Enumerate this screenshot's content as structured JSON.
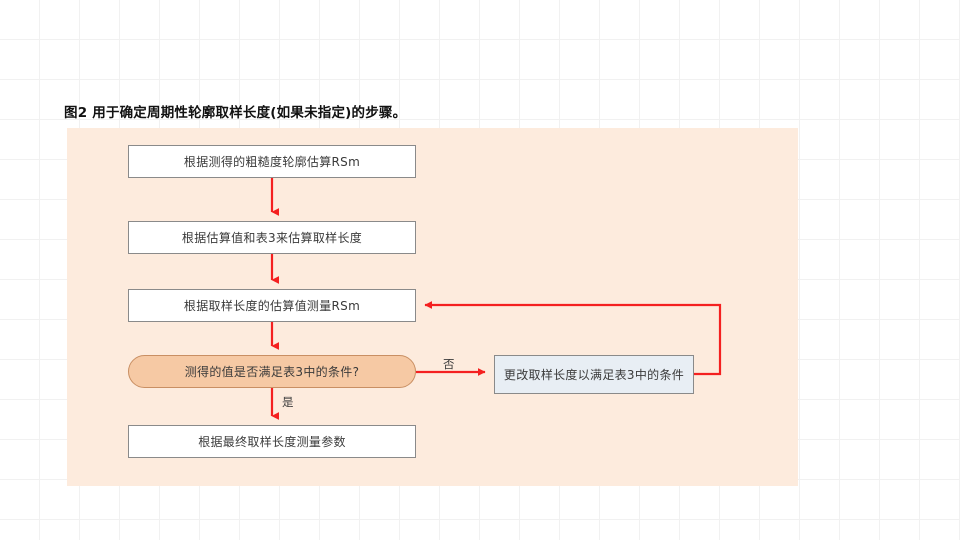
{
  "figure": {
    "title": "图2 用于确定周期性轮廓取样长度(如果未指定)的步骤。",
    "panel_background": "#fdebdd",
    "connector_color": "#f42020"
  },
  "flowchart": {
    "nodes": [
      {
        "id": "estimate-rsm",
        "label": "根据测得的粗糙度轮廓估算RSm",
        "shape": "process",
        "fill": "#ffffff",
        "border": "#8a8a8a"
      },
      {
        "id": "estimate-length",
        "label": "根据估算值和表3来估算取样长度",
        "shape": "process",
        "fill": "#ffffff",
        "border": "#8a8a8a"
      },
      {
        "id": "measure-rsm",
        "label": "根据取样长度的估算值测量RSm",
        "shape": "process",
        "fill": "#ffffff",
        "border": "#8a8a8a"
      },
      {
        "id": "decision-condition",
        "label": "测得的值是否满足表3中的条件?",
        "shape": "decision",
        "fill": "#f6c9a4",
        "border": "#c98f63"
      },
      {
        "id": "change-length",
        "label": "更改取样长度以满足表3中的条件",
        "shape": "action",
        "fill": "#e8eef4",
        "border": "#8a8a8a"
      },
      {
        "id": "final-measure",
        "label": "根据最终取样长度测量参数",
        "shape": "process",
        "fill": "#ffffff",
        "border": "#8a8a8a"
      }
    ],
    "edge_labels": {
      "no": "否",
      "yes": "是"
    }
  }
}
